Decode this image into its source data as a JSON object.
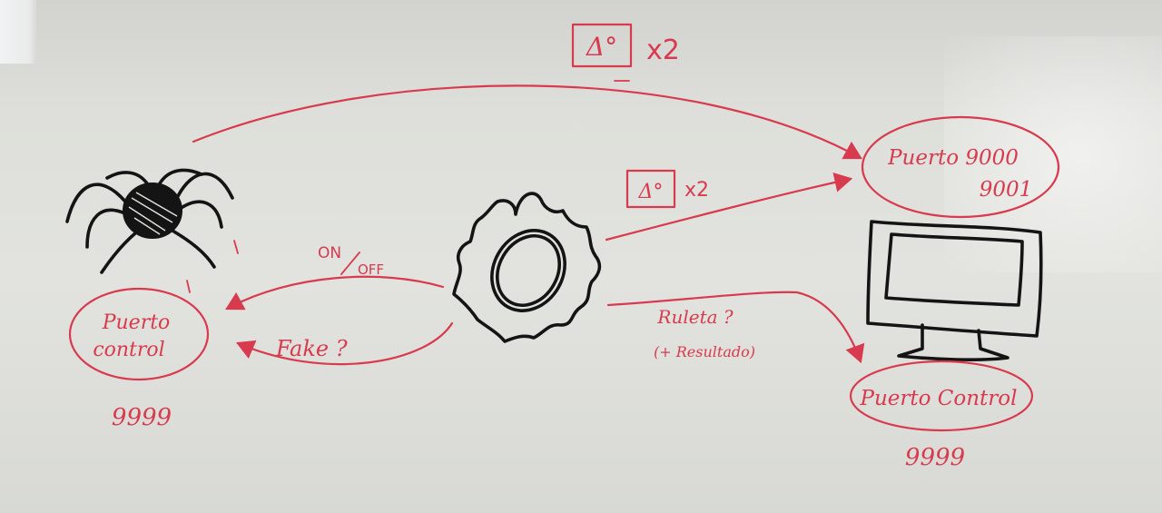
{
  "notes": {
    "top_label": {
      "symbol": "Δ°",
      "multiplier": "x2"
    },
    "middle_label": {
      "symbol": "Δ°",
      "multiplier": "x2"
    },
    "on_off": {
      "on": "ON",
      "off": "OFF"
    },
    "fake": "Fake ?",
    "ruleta": "Ruleta ?",
    "ruleta_sub": "(+ Resultado)"
  },
  "nodes": {
    "left_control": {
      "line1": "Puerto",
      "line2": "control",
      "port": "9999"
    },
    "right_ports": {
      "line1": "Puerto 9000",
      "line2": "9001"
    },
    "right_control": {
      "label": "Puerto Control",
      "port": "9999"
    }
  },
  "colors": {
    "marker_red": "#d83a4e",
    "marker_black": "#141414"
  },
  "icons": [
    "spider-icon",
    "gear-icon",
    "monitor-icon"
  ]
}
